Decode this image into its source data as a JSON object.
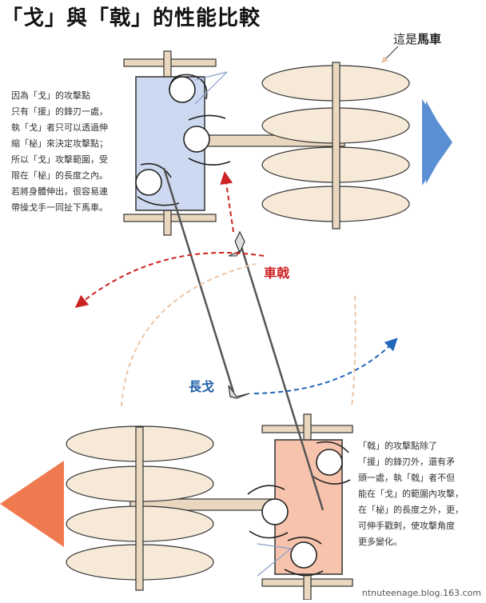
{
  "title": "「戈」與「戟」的性能比較",
  "caption": {
    "prefix": "這是",
    "emphasis": "馬車"
  },
  "ge_text": "因為「戈」的攻擊點\n只有「援」的鋒刃一處，\n執「戈」者只可以透過伸\n縮「柲」來決定攻擊點；\n所以「戈」攻擊範圍，受\n限在「柲」的長度之內。\n若將身體伸出，很容易連\n帶操戈手一同扯下馬車。",
  "ji_text": "「戟」的攻擊點除了\n「援」的鋒刃外，還有矛\n頭一處，執「戟」者不但\n能在「戈」的範圍內攻擊，\n在「柲」的長度之外，更，\n可伸手戳刺，使攻擊角度\n更多變化。",
  "label_ji": "車戟",
  "label_ge": "長戈",
  "watermark": "ntnuteenage.blog.163.com",
  "colors": {
    "blue_platform": "#cdd9f0",
    "pink_platform": "#f7c3ad",
    "blue_arrow": "#5b8fd4",
    "orange_arrow": "#f07a50",
    "wheel_fill": "#f6e9d8",
    "wood": "#e9d8bf",
    "red_dash": "#cc2222",
    "blue_dash": "#2266bb",
    "label_red": "#cc2222",
    "label_blue": "#1f5fa8"
  }
}
